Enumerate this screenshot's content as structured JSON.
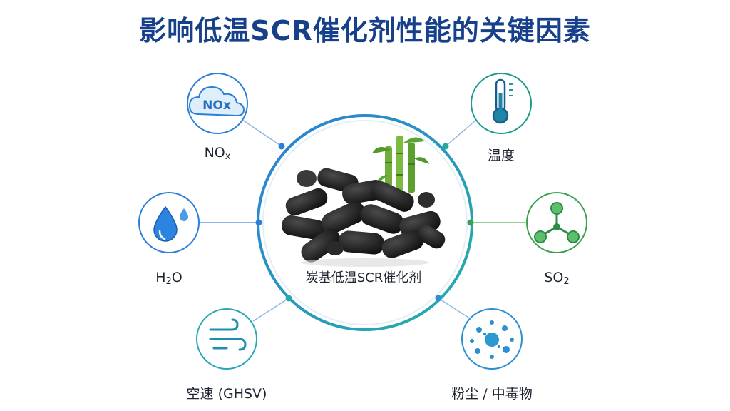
{
  "title": "影响低温SCR催化剂性能的关键因素",
  "center": {
    "label": "炭基低温SCR催化剂",
    "image": "carbon-pellets-with-bamboo"
  },
  "factors": [
    {
      "id": "nox",
      "label_main": "NO",
      "label_sub": "x",
      "icon": "nox-cloud-icon",
      "icon_text": "NOx",
      "color": "#2b7fd8"
    },
    {
      "id": "temperature",
      "label_main": "温度",
      "label_sub": "",
      "icon": "thermometer-icon",
      "color": "#1f9a8f"
    },
    {
      "id": "h2o",
      "label_main": "H",
      "label_sub": "2",
      "label_tail": "O",
      "icon": "water-drop-icon",
      "color": "#2b7fd8"
    },
    {
      "id": "so2",
      "label_main": "SO",
      "label_sub": "2",
      "icon": "molecule-icon",
      "color": "#3aa052"
    },
    {
      "id": "ghsv",
      "label_main": "空速 (GHSV)",
      "label_sub": "",
      "icon": "wind-icon",
      "color": "#2aa7b5"
    },
    {
      "id": "dust",
      "label_main": "粉尘 / 中毒物",
      "label_sub": "",
      "icon": "particles-icon",
      "color": "#2b8fd0"
    }
  ]
}
